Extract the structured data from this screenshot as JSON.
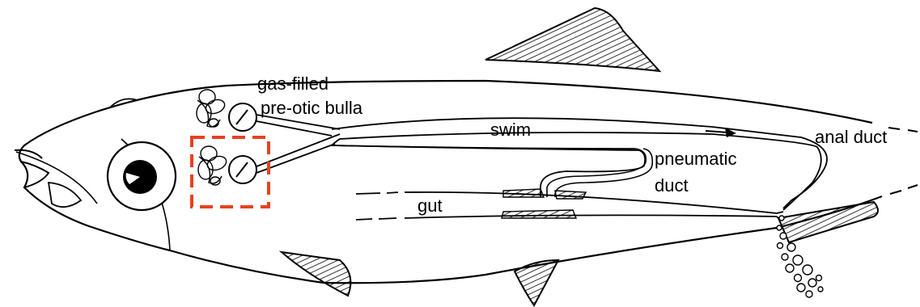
{
  "labels": {
    "gas_filled": "gas-filled",
    "pre_otic_bulla": "pre-otic bulla",
    "swim": "swim",
    "anal_duct": "anal duct",
    "pneumatic": "pneumatic",
    "duct": "duct",
    "gut": "gut"
  },
  "colors": {
    "ink": "#000000",
    "highlight_box": "#e8411d",
    "background": "#ffffff"
  },
  "icons": {
    "highlight": "dashed-highlight-box",
    "bubbles": "gas-bubbles",
    "ear": "inner-ear-labyrinth"
  }
}
